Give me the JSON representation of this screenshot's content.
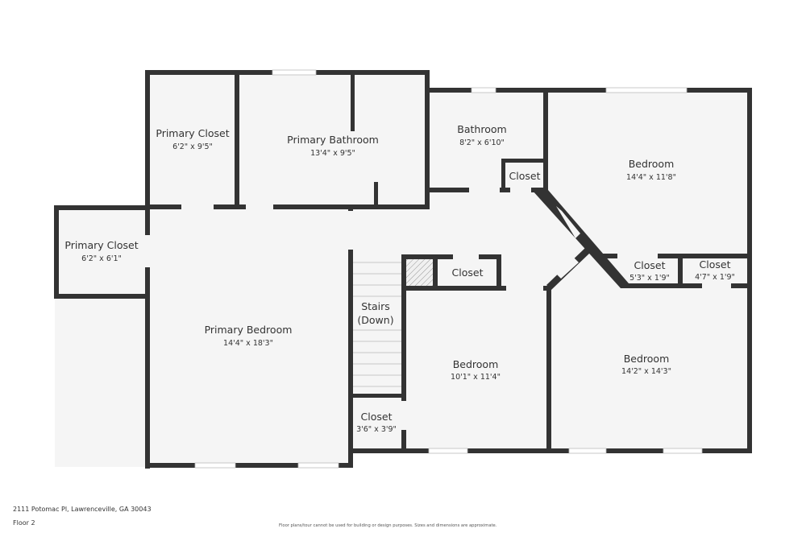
{
  "footer": {
    "address": "2111 Potomac Pl, Lawrenceville, GA 30043",
    "floor": "Floor 2",
    "disclaimer": "Floor plans/tour cannot be used for building or design purposes. Sizes and dimensions are approximate."
  },
  "colors": {
    "wall": "#333333",
    "floor": "#f5f5f5",
    "background": "#ffffff",
    "text": "#333333"
  },
  "rooms": [
    {
      "id": "primary-closet-top",
      "name": "Primary Closet",
      "dims": "6'2\" x 9'5\""
    },
    {
      "id": "primary-bathroom",
      "name": "Primary Bathroom",
      "dims": "13'4\" x 9'5\""
    },
    {
      "id": "bathroom",
      "name": "Bathroom",
      "dims": "8'2\" x 6'10\""
    },
    {
      "id": "bath-closet",
      "name": "Closet",
      "dims": ""
    },
    {
      "id": "bedroom-ne",
      "name": "Bedroom",
      "dims": "14'4\" x 11'8\""
    },
    {
      "id": "primary-closet-left",
      "name": "Primary Closet",
      "dims": "6'2\" x 6'1\""
    },
    {
      "id": "primary-bedroom",
      "name": "Primary Bedroom",
      "dims": "14'4\" x 18'3\""
    },
    {
      "id": "stairs",
      "name": "Stairs",
      "name2": "(Down)",
      "dims": ""
    },
    {
      "id": "hall-closet",
      "name": "Closet",
      "dims": ""
    },
    {
      "id": "closet-a",
      "name": "Closet",
      "dims": "5'3\" x 1'9\""
    },
    {
      "id": "closet-b",
      "name": "Closet",
      "dims": "4'7\" x 1'9\""
    },
    {
      "id": "bedroom-center",
      "name": "Bedroom",
      "dims": "10'1\" x 11'4\""
    },
    {
      "id": "bedroom-se",
      "name": "Bedroom",
      "dims": "14'2\" x 14'3\""
    },
    {
      "id": "small-closet",
      "name": "Closet",
      "dims": "3'6\" x 3'9\""
    }
  ]
}
